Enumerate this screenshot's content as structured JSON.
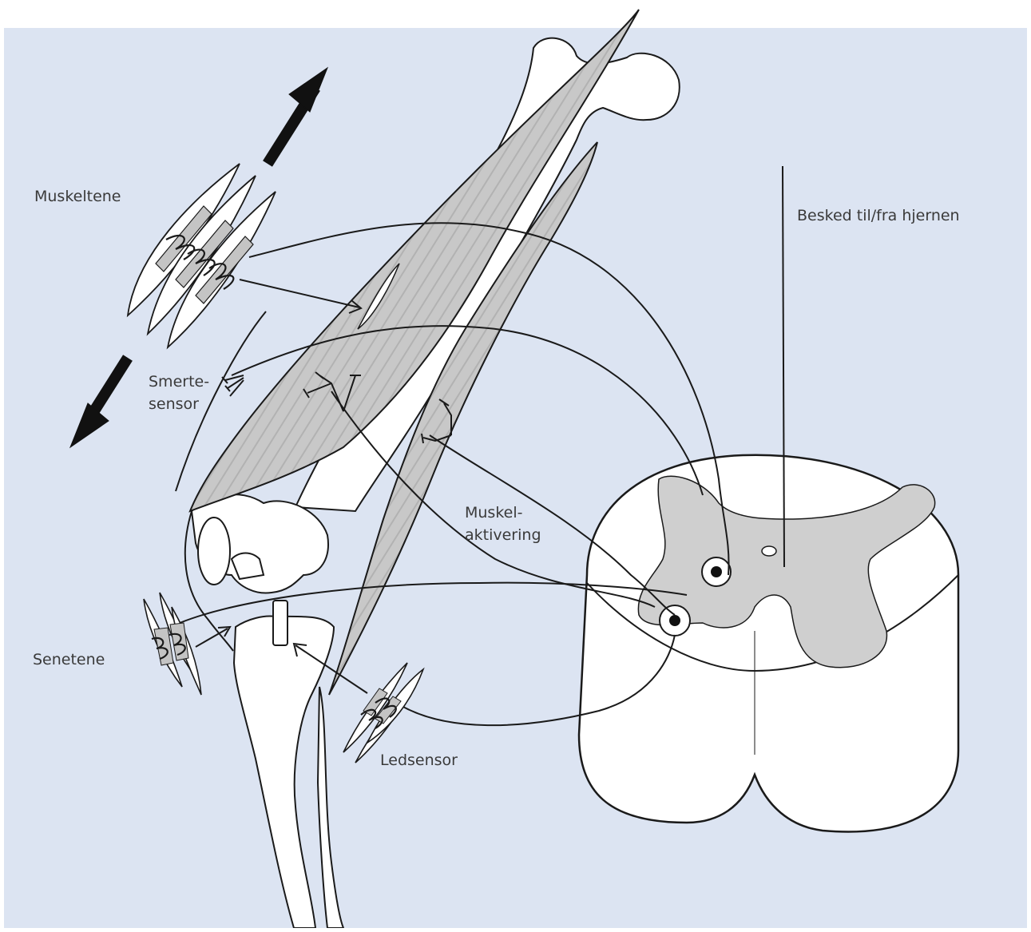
{
  "labels": {
    "muskeltene": "Muskeltene",
    "besked": "Besked til/fra hjernen",
    "smerte_1": "Smerte-",
    "smerte_2": "sensor",
    "muskel_1": "Muskel-",
    "muskel_2": "aktivering",
    "senetene": "Senetene",
    "ledsensor": "Ledsensor"
  },
  "colors": {
    "background": "#dce4f2",
    "muscle": "#c8c8c8",
    "grey_matter": "#cfcfcf",
    "bone": "#ffffff",
    "outline": "#1a1a1a"
  }
}
